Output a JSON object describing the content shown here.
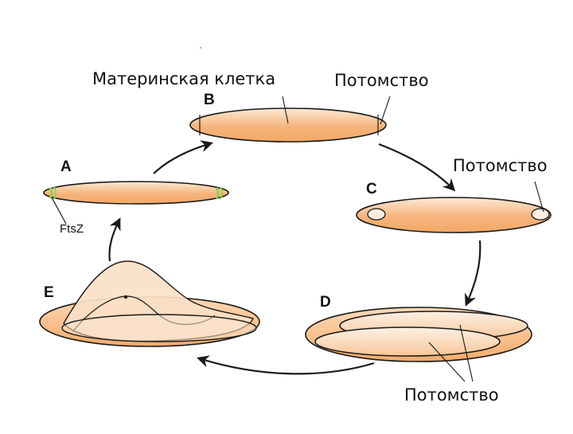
{
  "labels": {
    "mother_cell": "Материнская клетка",
    "offspring_b": "Потомство",
    "offspring_c": "Потомство",
    "offspring_d": "Потомство",
    "protein": "FtsZ"
  },
  "stages": {
    "a": "A",
    "b": "B",
    "c": "C",
    "d": "D",
    "e": "E"
  },
  "colors": {
    "cell_fill": "#f2a868",
    "cell_light": "#fbe3cc",
    "outline": "#1a1a1a",
    "ftsz_ring": "#8fd14f",
    "arrow": "#1a1a1a"
  }
}
